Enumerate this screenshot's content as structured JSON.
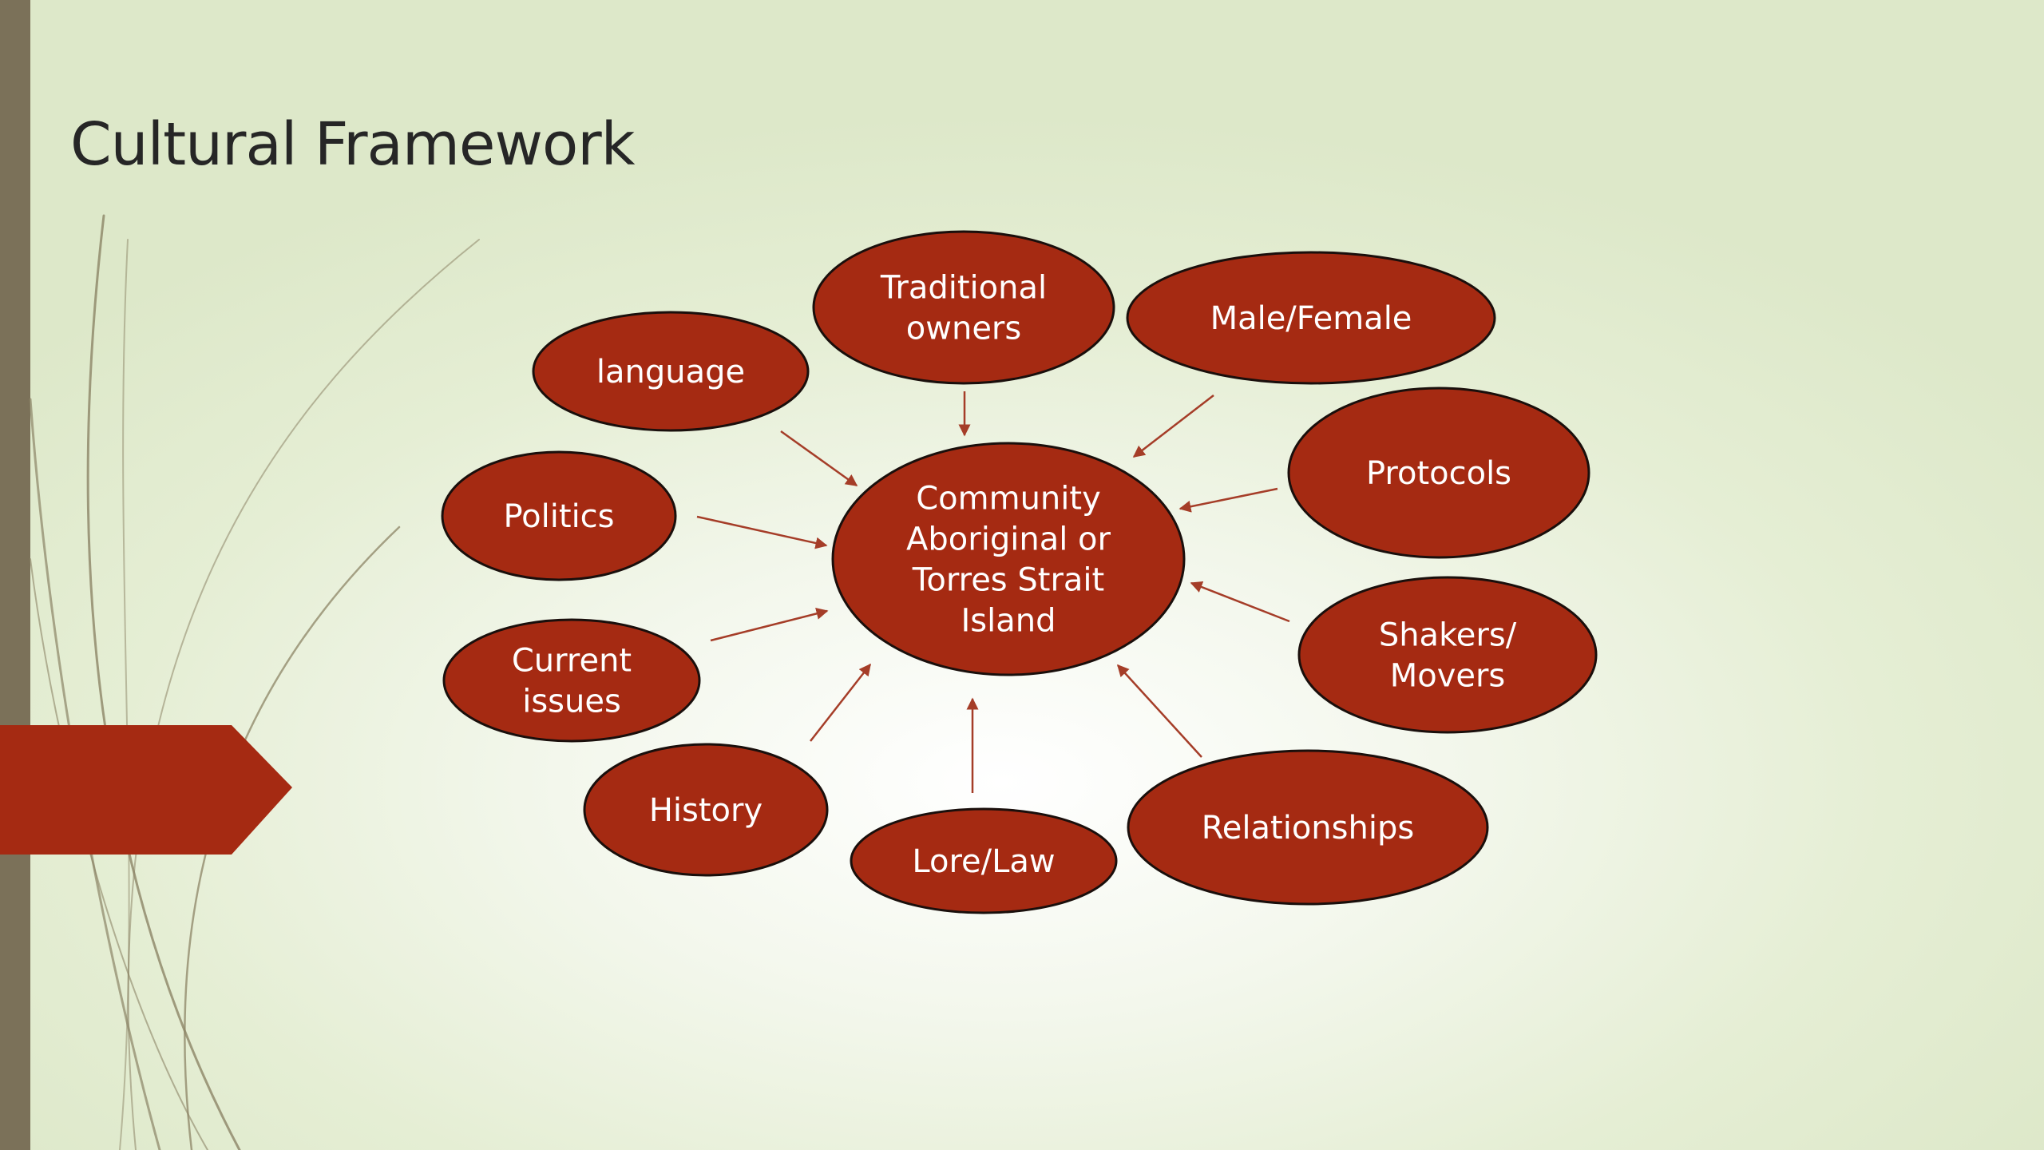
{
  "slide": {
    "title": "Cultural Framework"
  },
  "diagram": {
    "center": {
      "lines": [
        "Community",
        "Aboriginal or",
        "Torres Strait",
        "Island"
      ]
    },
    "nodes": [
      {
        "id": "traditional-owners",
        "lines": [
          "Traditional",
          "owners"
        ]
      },
      {
        "id": "male-female",
        "lines": [
          "Male/Female"
        ]
      },
      {
        "id": "language",
        "lines": [
          "language"
        ]
      },
      {
        "id": "protocols",
        "lines": [
          "Protocols"
        ]
      },
      {
        "id": "politics",
        "lines": [
          "Politics"
        ]
      },
      {
        "id": "shakers-movers",
        "lines": [
          "Shakers/",
          "Movers"
        ]
      },
      {
        "id": "current-issues",
        "lines": [
          "Current",
          "issues"
        ]
      },
      {
        "id": "history",
        "lines": [
          "History"
        ]
      },
      {
        "id": "lore-law",
        "lines": [
          "Lore/Law"
        ]
      },
      {
        "id": "relationships",
        "lines": [
          "Relationships"
        ]
      }
    ]
  },
  "colors": {
    "node_fill": "#a52a12",
    "node_stroke": "#1a0f0c",
    "arrow": "#a53d28",
    "accent_bar": "#7b7159",
    "accent_tab": "#a52a12"
  }
}
